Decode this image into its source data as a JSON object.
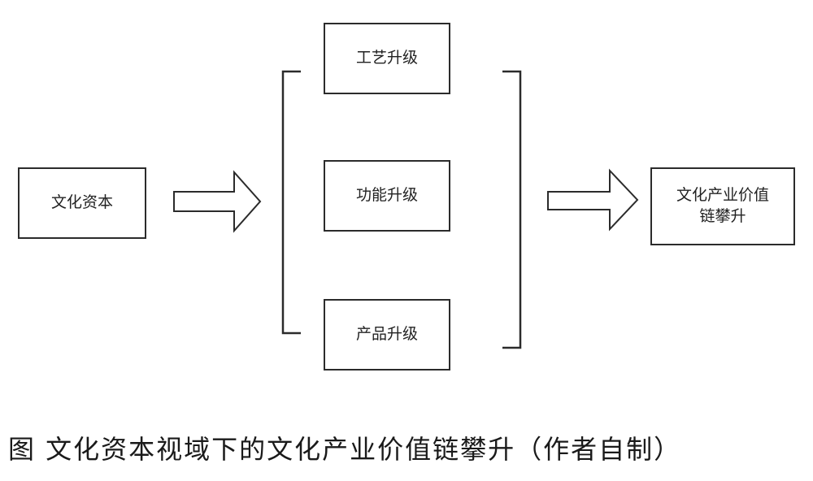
{
  "diagram": {
    "source": "文化资本",
    "upgrades": [
      "工艺升级",
      "功能升级",
      "产品升级"
    ],
    "result_line1": "文化产业价值",
    "result_line2": "链攀升"
  },
  "caption": "图 文化资本视域下的文化产业价值链攀升（作者自制）"
}
